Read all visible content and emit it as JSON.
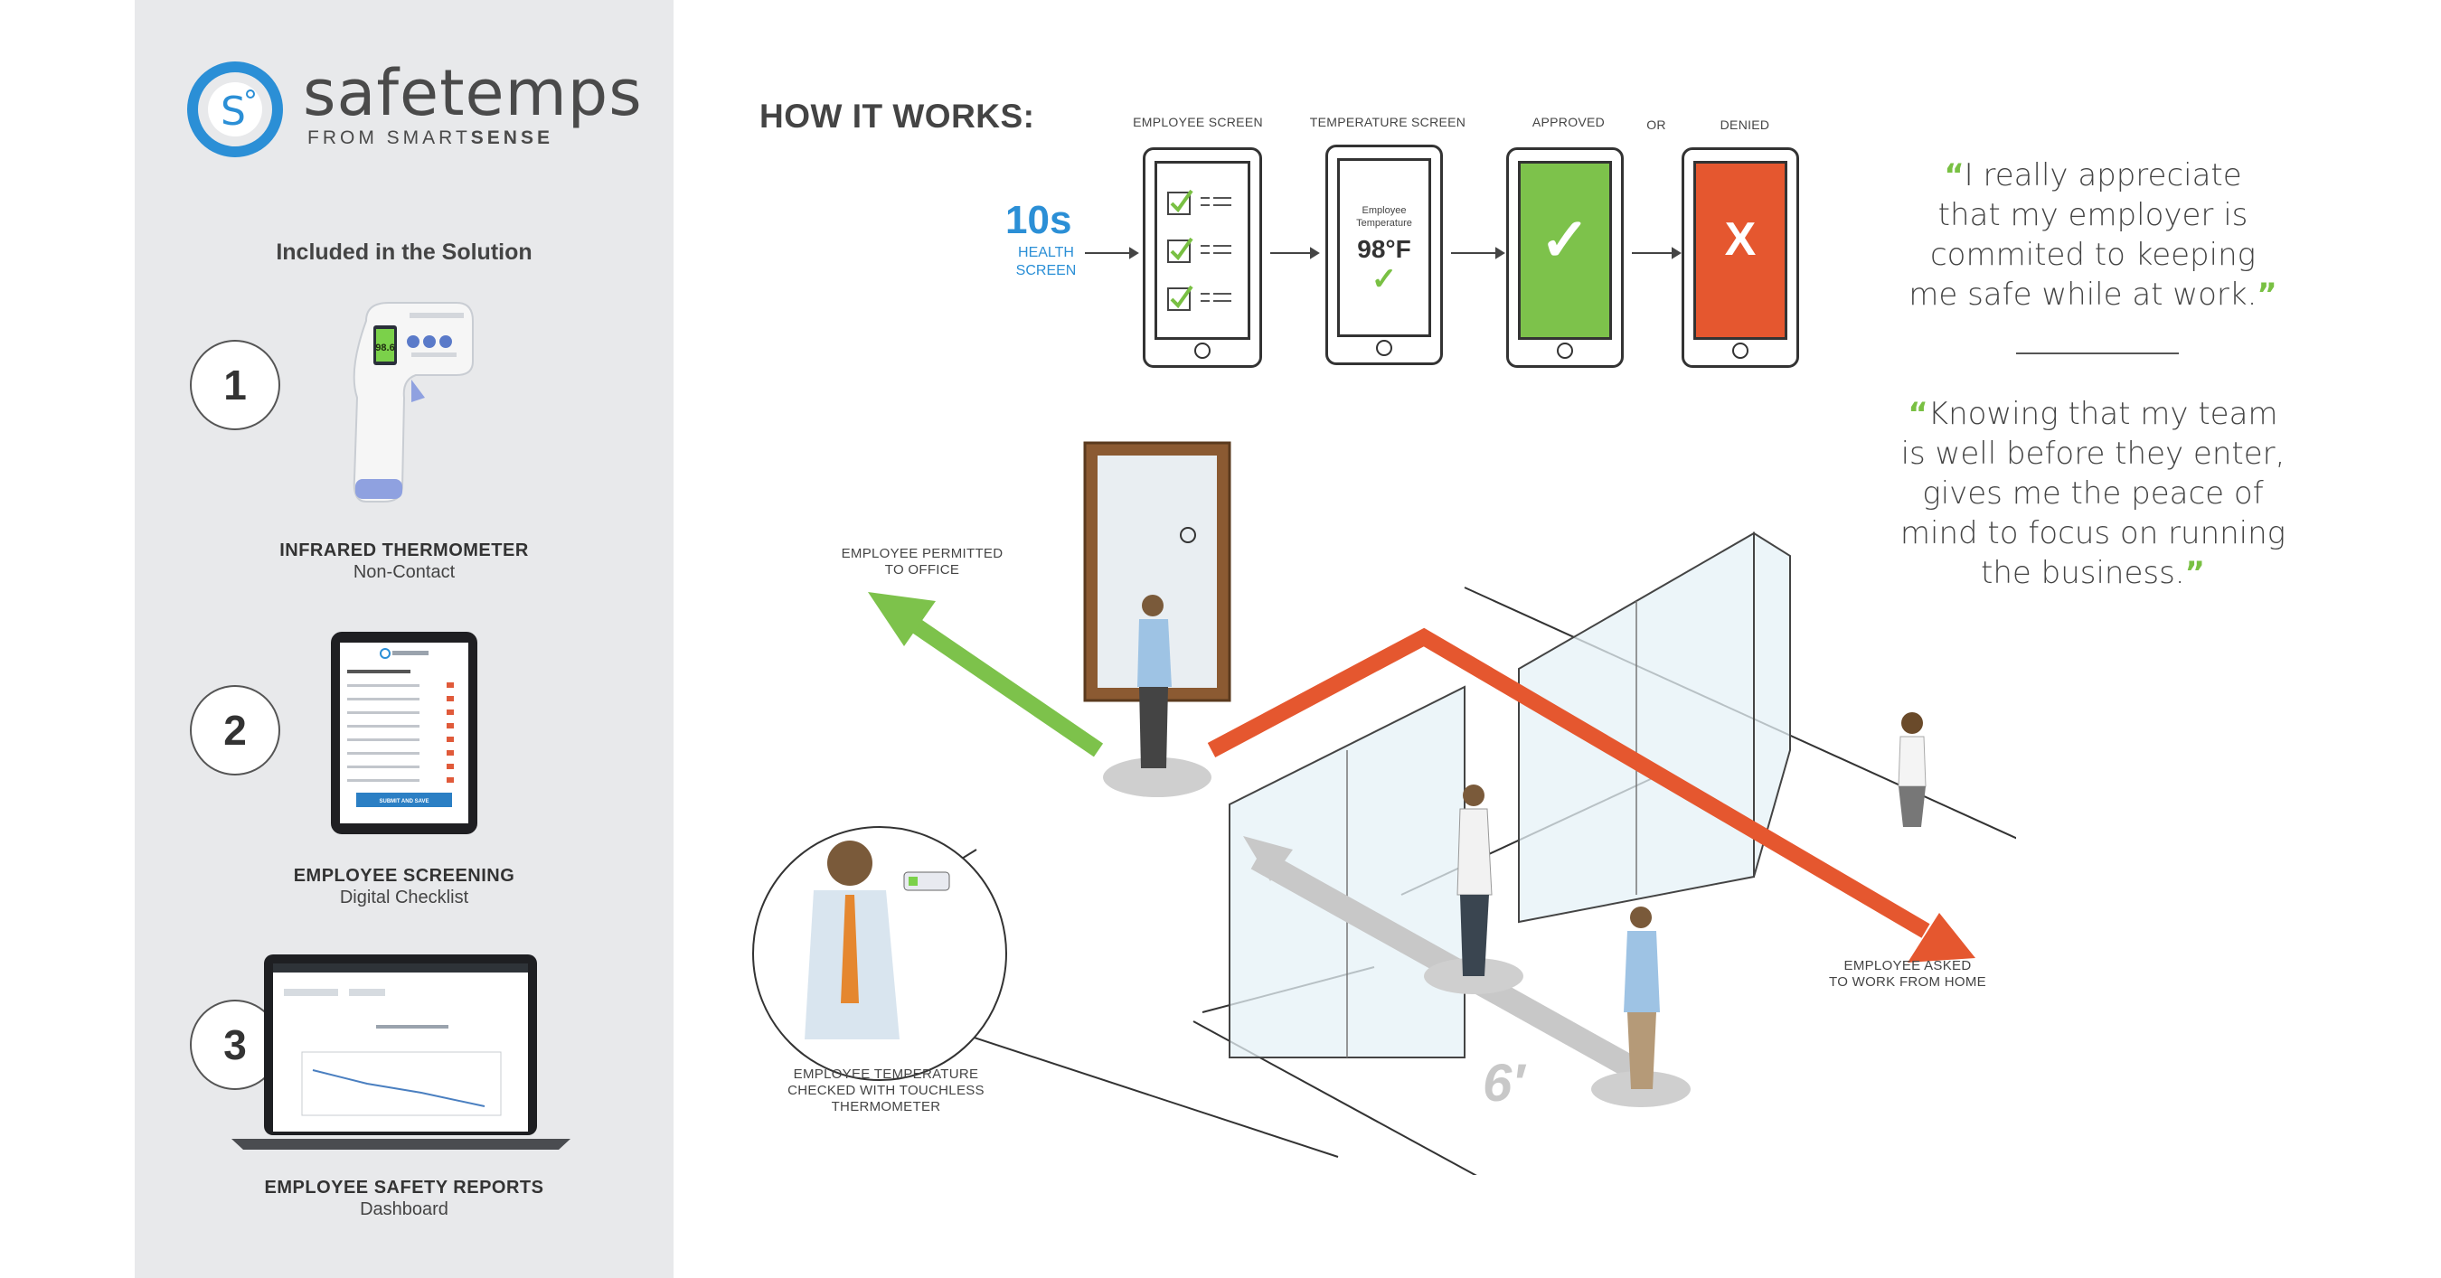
{
  "brand": {
    "name": "safetemps",
    "sub_prefix": "FROM SMART",
    "sub_bold": "SENSE",
    "logo_letter": "S"
  },
  "sidebar": {
    "section_title": "Included in the Solution",
    "items": [
      {
        "number": "1",
        "title": "INFRARED THERMOMETER",
        "subtitle": "Non-Contact"
      },
      {
        "number": "2",
        "title": "EMPLOYEE SCREENING",
        "subtitle": "Digital Checklist"
      },
      {
        "number": "3",
        "title": "EMPLOYEE SAFETY REPORTS",
        "subtitle": "Dashboard"
      }
    ],
    "thermometer_reading": "98.6",
    "tablet_button": "SUBMIT AND SAVE"
  },
  "how_it_works": {
    "title": "HOW IT WORKS:",
    "time_value": "10s",
    "time_caption_1": "HEALTH",
    "time_caption_2": "SCREEN",
    "steps": [
      {
        "label": "EMPLOYEE SCREEN"
      },
      {
        "label": "TEMPERATURE SCREEN",
        "screen_line1": "Employee",
        "screen_line2": "Temperature",
        "reading": "98°F"
      },
      {
        "label": "APPROVED",
        "symbol": "✓"
      },
      {
        "label": "DENIED",
        "symbol": "X"
      }
    ],
    "or_label": "OR",
    "colors": {
      "approved": "#7dc24b",
      "denied": "#e5572f",
      "accent_blue": "#2b8fd6",
      "check_green": "#79c043"
    }
  },
  "quotes": [
    {
      "open": "“",
      "text_lines": [
        "I really appreciate",
        "that my employer is",
        "commited to keeping",
        "me safe while at work."
      ],
      "close": "”"
    },
    {
      "open": "“",
      "text_lines": [
        "Knowing that my team",
        "is well before they enter,",
        "gives me the peace of",
        "mind to focus on running",
        "the business."
      ],
      "close": "”"
    }
  ],
  "scene": {
    "permitted_1": "EMPLOYEE PERMITTED",
    "permitted_2": "TO OFFICE",
    "temp_1": "EMPLOYEE TEMPERATURE",
    "temp_2": "CHECKED WITH TOUCHLESS",
    "temp_3": "THERMOMETER",
    "asked_1": "EMPLOYEE ASKED",
    "asked_2": "TO WORK FROM HOME",
    "distance": "6′"
  }
}
